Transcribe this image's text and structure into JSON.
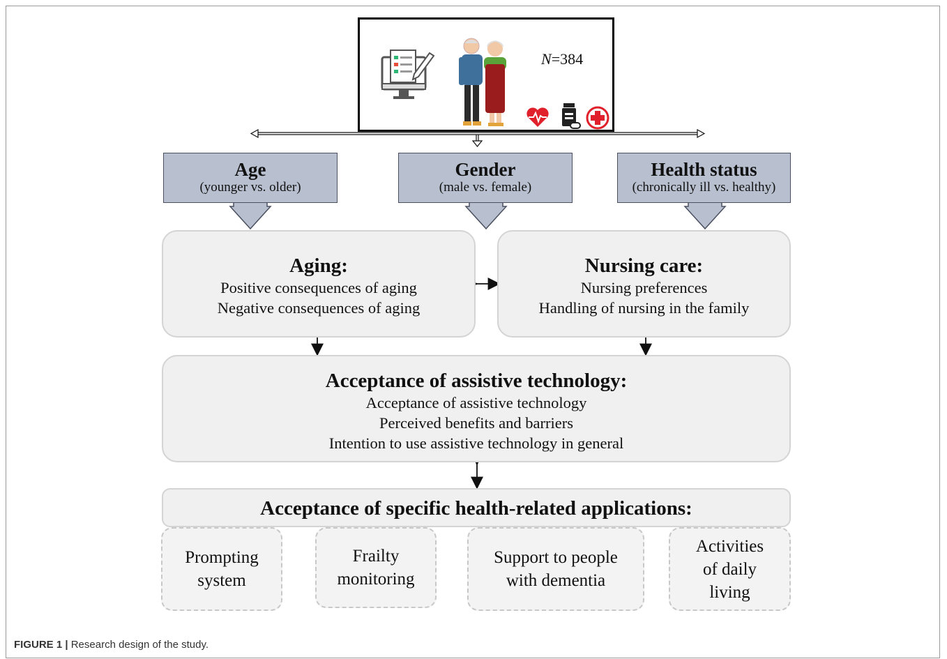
{
  "header": {
    "sample_size_label": "N",
    "sample_size_value": "=384"
  },
  "factors": [
    {
      "title": "Age",
      "subtitle": "(younger vs. older)"
    },
    {
      "title": "Gender",
      "subtitle": "(male vs. female)"
    },
    {
      "title": "Health status",
      "subtitle": "(chronically  ill vs. healthy)"
    }
  ],
  "aging": {
    "title": "Aging:",
    "lines": [
      "Positive consequences of aging",
      "Negative consequences  of aging"
    ]
  },
  "nursing": {
    "title": "Nursing care:",
    "lines": [
      "Nursing preferences",
      "Handling of nursing in the family"
    ]
  },
  "acceptance": {
    "title": "Acceptance of assistive technology:",
    "lines": [
      "Acceptance  of assistive technology",
      "Perceived benefits and barriers",
      "Intention to use assistive technology in general"
    ]
  },
  "applications": {
    "title": "Acceptance of specific health-related applications:",
    "items": [
      {
        "line1": "Prompting",
        "line2": "system",
        "line3": ""
      },
      {
        "line1": "Frailty",
        "line2": "monitoring",
        "line3": ""
      },
      {
        "line1": "Support to people",
        "line2": "with dementia",
        "line3": ""
      },
      {
        "line1": "Activities",
        "line2": "of daily",
        "line3": "living"
      }
    ]
  },
  "caption": {
    "label": "FIGURE 1 |",
    "text": " Research design of the study."
  },
  "icons": [
    "survey-computer-icon",
    "elderly-couple-icon",
    "heart-rate-icon",
    "medicine-bottle-icon",
    "medical-cross-icon"
  ],
  "colors": {
    "factor_fill": "#b8c0d0",
    "box_fill": "#f0f0f0",
    "heart": "#e0202a"
  }
}
